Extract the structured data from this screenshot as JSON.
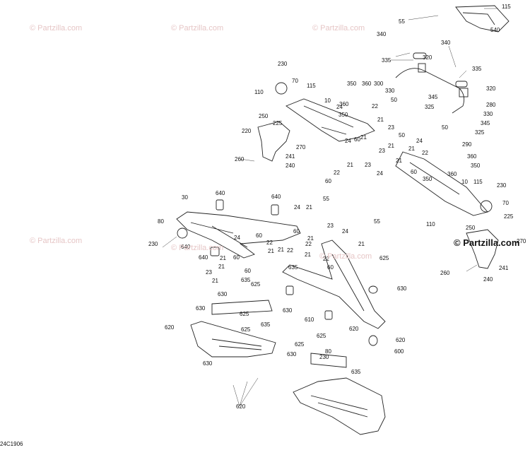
{
  "watermark": "© Partzilla.com",
  "watermark_bold": "© Partzilla.com",
  "diagram_code": "24C1906",
  "callouts": [
    "115",
    "55",
    "540",
    "340",
    "340",
    "335",
    "335",
    "320",
    "320",
    "330",
    "345",
    "325",
    "280",
    "330",
    "345",
    "325",
    "230",
    "70",
    "110",
    "115",
    "10",
    "350",
    "360",
    "300",
    "24",
    "22",
    "50",
    "250",
    "225",
    "220",
    "260",
    "241",
    "270",
    "240",
    "360",
    "350",
    "21",
    "21",
    "23",
    "24",
    "60",
    "50",
    "21",
    "23",
    "22",
    "21",
    "23",
    "21",
    "24",
    "60",
    "22",
    "21",
    "24",
    "50",
    "290",
    "360",
    "350",
    "60",
    "360",
    "10",
    "350",
    "115",
    "230",
    "70",
    "110",
    "225",
    "250",
    "270",
    "260",
    "241",
    "240",
    "30",
    "640",
    "640",
    "55",
    "24",
    "21",
    "80",
    "230",
    "640",
    "24",
    "60",
    "22",
    "21",
    "23",
    "24",
    "55",
    "60",
    "21",
    "22",
    "21",
    "22",
    "21",
    "640",
    "21",
    "60",
    "21",
    "22",
    "23",
    "21",
    "60",
    "60",
    "21",
    "635",
    "635",
    "625",
    "630",
    "630",
    "625",
    "630",
    "625",
    "625",
    "635",
    "630",
    "610",
    "620",
    "630",
    "625",
    "630",
    "625",
    "80",
    "230",
    "635",
    "620",
    "600",
    "620",
    "620"
  ]
}
